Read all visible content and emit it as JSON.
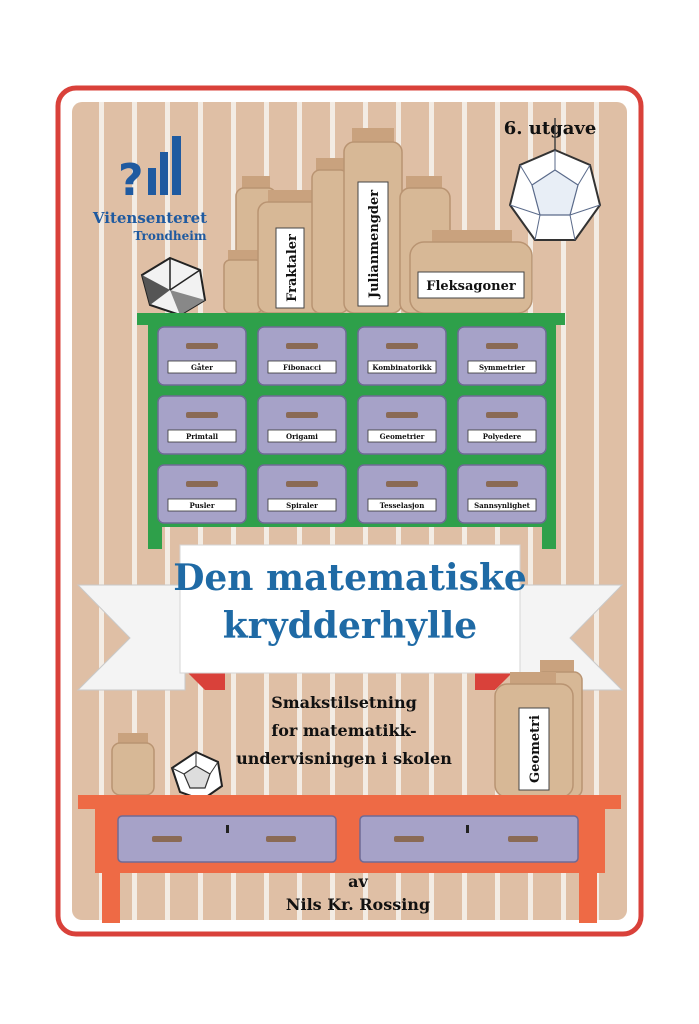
{
  "edition": "6. utgave",
  "publisher": {
    "logo_name": "Vitensenteret",
    "logo_city": "Trondheim",
    "logo_color": "#1f5aa0"
  },
  "jars": {
    "jar1": "Fraktaler",
    "jar2": "Julianmengder",
    "jar3": "Fleksagoner",
    "jar4": "Geometri"
  },
  "drawers": [
    "Gåter",
    "Fibonacci",
    "Kombinatorikk",
    "Symmetrier",
    "Primtall",
    "Origami",
    "Geometrier",
    "Polyedere",
    "Pusler",
    "Spiraler",
    "Tesselasjon",
    "Sannsynlighet"
  ],
  "title": {
    "line1": "Den matematiske",
    "line2": "krydderhylle",
    "color": "#1f6aa5"
  },
  "subtitle": {
    "line1": "Smakstilsetning",
    "line2": "for matematikk-",
    "line3": "undervisningen i skolen"
  },
  "author": {
    "by": "av",
    "name": "Nils Kr. Rossing"
  },
  "colors": {
    "frame": "#d9413a",
    "background": "#dfbfa5",
    "cabinet": "#2ea04a",
    "drawer": "#a6a2c8",
    "table": "#ee6a45",
    "jar": "#d7b896"
  }
}
